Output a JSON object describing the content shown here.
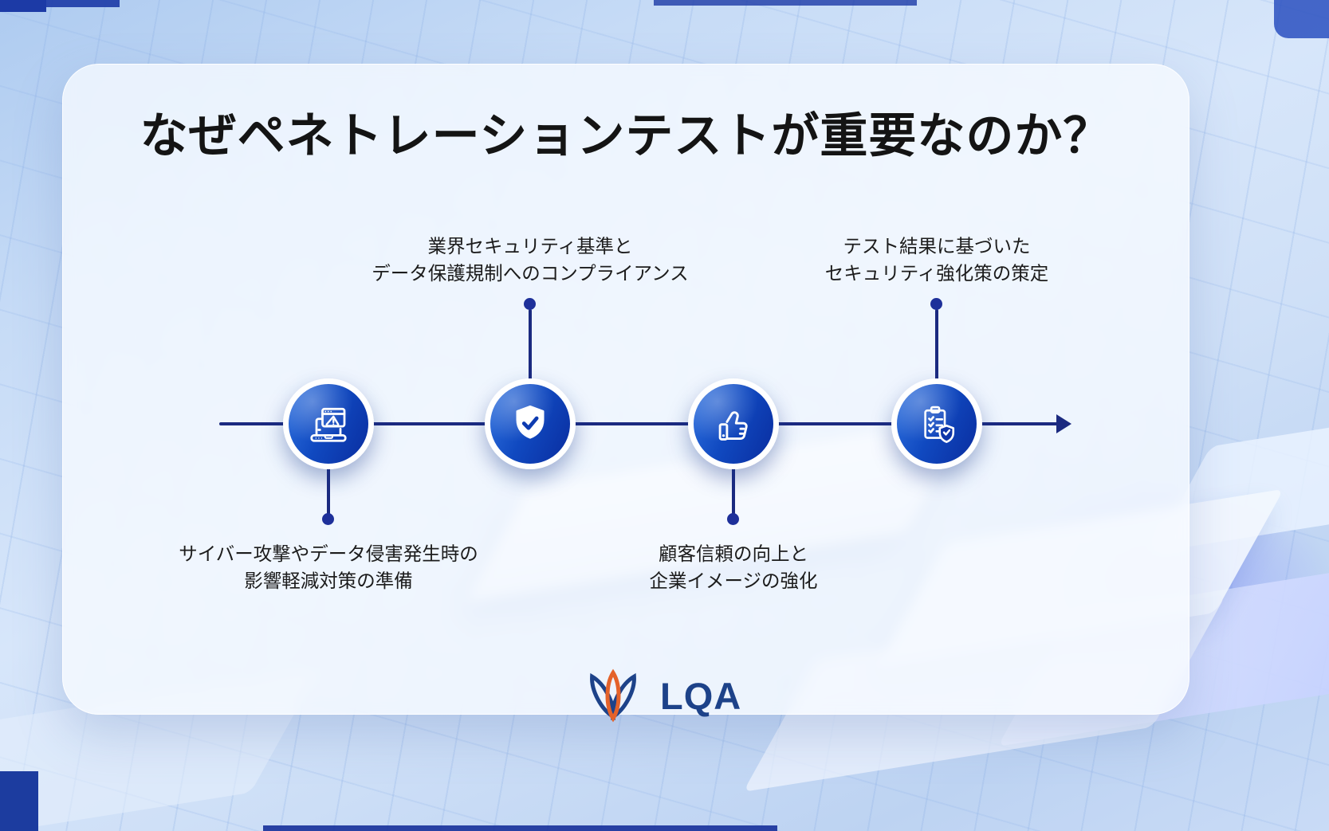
{
  "page": {
    "title": "なぜペネトレーションテストが重要なのか？"
  },
  "brand": {
    "logo_text": "LQA"
  },
  "colors": {
    "axis_navy": "#1b2a80",
    "node_blue_start": "#3173e0",
    "node_blue_end": "#0a2d9f",
    "node_ring": "#ffffff",
    "label_text": "#1c1c1c",
    "brand_navy": "#1d4289",
    "brand_orange": "#e4622a",
    "background_blue": "#cfe0f7"
  },
  "timeline": {
    "direction": "left-to-right",
    "steps": [
      {
        "id": 1,
        "icon": "laptop-alert-icon",
        "label_position": "below",
        "label_lines": [
          "サイバー攻撃やデータ侵害発生時の",
          "影響軽減対策の準備"
        ]
      },
      {
        "id": 2,
        "icon": "shield-check-icon",
        "label_position": "above",
        "label_lines": [
          "業界セキュリティ基準と",
          "データ保護規制へのコンプライアンス"
        ]
      },
      {
        "id": 3,
        "icon": "thumbs-up-icon",
        "label_position": "below",
        "label_lines": [
          "顧客信頼の向上と",
          "企業イメージの強化"
        ]
      },
      {
        "id": 4,
        "icon": "clipboard-shield-icon",
        "label_position": "above",
        "label_lines": [
          "テスト結果に基づいた",
          "セキュリティ強化策の策定"
        ]
      }
    ]
  }
}
